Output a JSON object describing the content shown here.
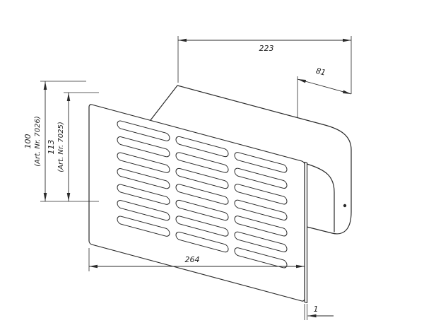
{
  "drawing": {
    "type": "technical-dimension-drawing",
    "subject": "louvered-vent-grille-with-flat-duct",
    "line_color": "#2a2a2a",
    "background": "#ffffff",
    "grille": {
      "rows": 7,
      "cols": 3
    },
    "labels": {
      "dim_top_width": "223",
      "dim_depth": "81",
      "dim_bottom_width": "264",
      "dim_thickness": "1",
      "dim_height_outer": "100",
      "art_nr_outer": "(Art. Nr. 7026)",
      "dim_height_inner": "113",
      "art_nr_inner": "(Art. Nr. 7025)"
    }
  }
}
